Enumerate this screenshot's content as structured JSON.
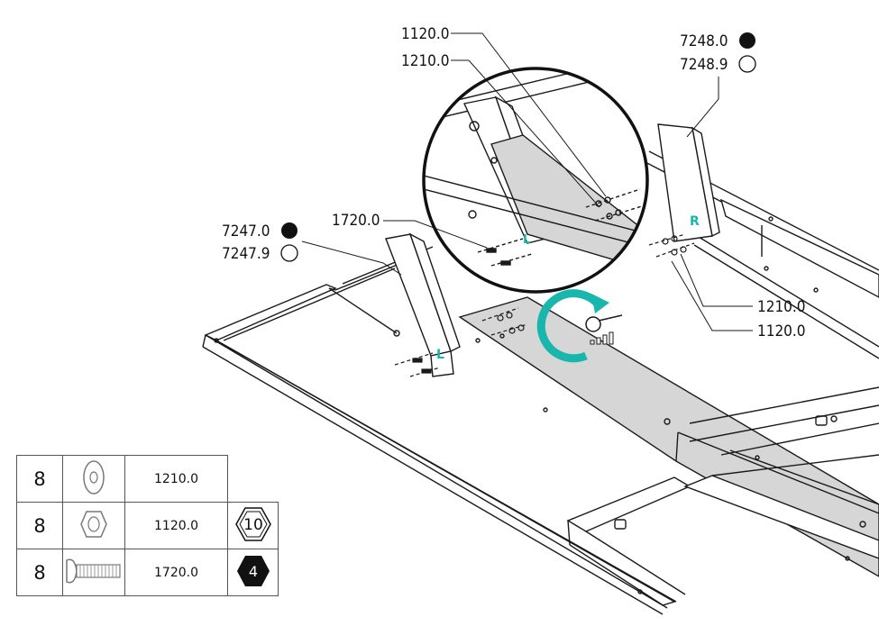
{
  "callouts": {
    "top_nut": "1120.0",
    "top_washer": "1210.0",
    "right_nut": "1120.0",
    "right_washer": "1210.0",
    "bolt": "1720.0",
    "part_right_black": "7248.0",
    "part_right_white": "7248.9",
    "part_left_black": "7247.0",
    "part_left_white": "7247.9"
  },
  "marks": {
    "left": "L",
    "right": "R"
  },
  "parts": [
    {
      "qty": "8",
      "code": "1210.0",
      "icon": "washer-icon"
    },
    {
      "qty": "8",
      "code": "1120.0",
      "icon": "nut-icon",
      "tool": "10"
    },
    {
      "qty": "8",
      "code": "1720.0",
      "icon": "bolt-icon",
      "tool": "4"
    }
  ],
  "colors": {
    "accent": "#18b6ad",
    "line": "#1a1a1a",
    "panel": "#d6d6d6"
  }
}
